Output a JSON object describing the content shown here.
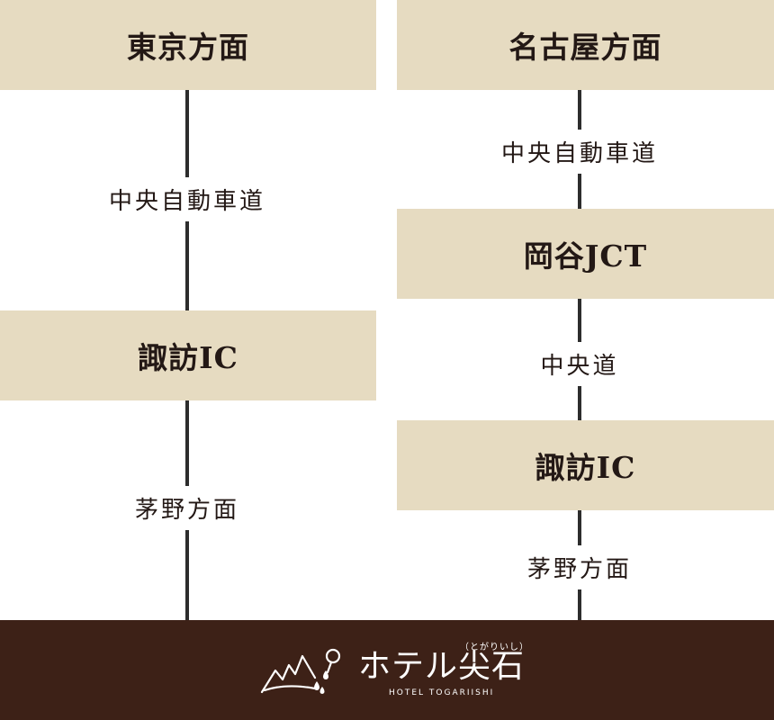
{
  "left_route": {
    "origin": "東京方面",
    "road_1": "中央自動車道",
    "exit": "諏訪IC",
    "road_2": "茅野方面"
  },
  "right_route": {
    "origin": "名古屋方面",
    "road_1": "中央自動車道",
    "junction": "岡谷JCT",
    "road_2": "中央道",
    "exit": "諏訪IC",
    "road_3": "茅野方面"
  },
  "footer": {
    "logo_text": "ホテル尖石",
    "logo_ruby": "（とがりいし）",
    "logo_subtitle": "HOTEL TOGARIISHI",
    "background_color": "#3d2117"
  },
  "colors": {
    "box": "#e6dbc1",
    "line": "#2d2d2d"
  }
}
